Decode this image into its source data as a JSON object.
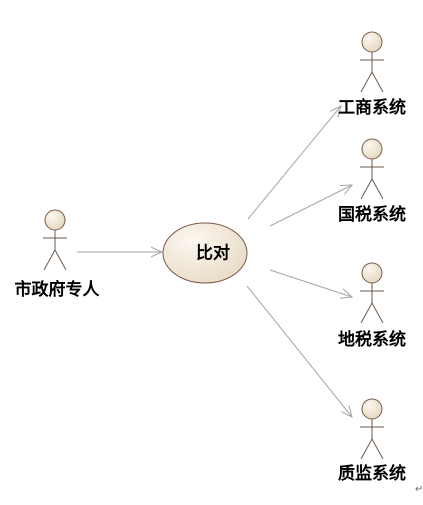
{
  "diagram": {
    "type": "use-case",
    "actors": [
      {
        "id": "gov",
        "name": "市政府专人"
      },
      {
        "id": "biz",
        "name": "工商系统"
      },
      {
        "id": "ntax",
        "name": "国税系统"
      },
      {
        "id": "ltax",
        "name": "地税系统"
      },
      {
        "id": "qs",
        "name": "质监系统"
      }
    ],
    "use_case": {
      "id": "compare",
      "name": "比对"
    },
    "associations": [
      {
        "from": "gov",
        "to": "compare"
      },
      {
        "from": "compare",
        "to": "biz"
      },
      {
        "from": "compare",
        "to": "ntax"
      },
      {
        "from": "compare",
        "to": "ltax"
      },
      {
        "from": "compare",
        "to": "qs"
      }
    ],
    "colors": {
      "fill": "#f1e8d8",
      "stroke": "#7d5a4a",
      "line": "#a6a6a6"
    },
    "paragraph_mark": "↵"
  }
}
